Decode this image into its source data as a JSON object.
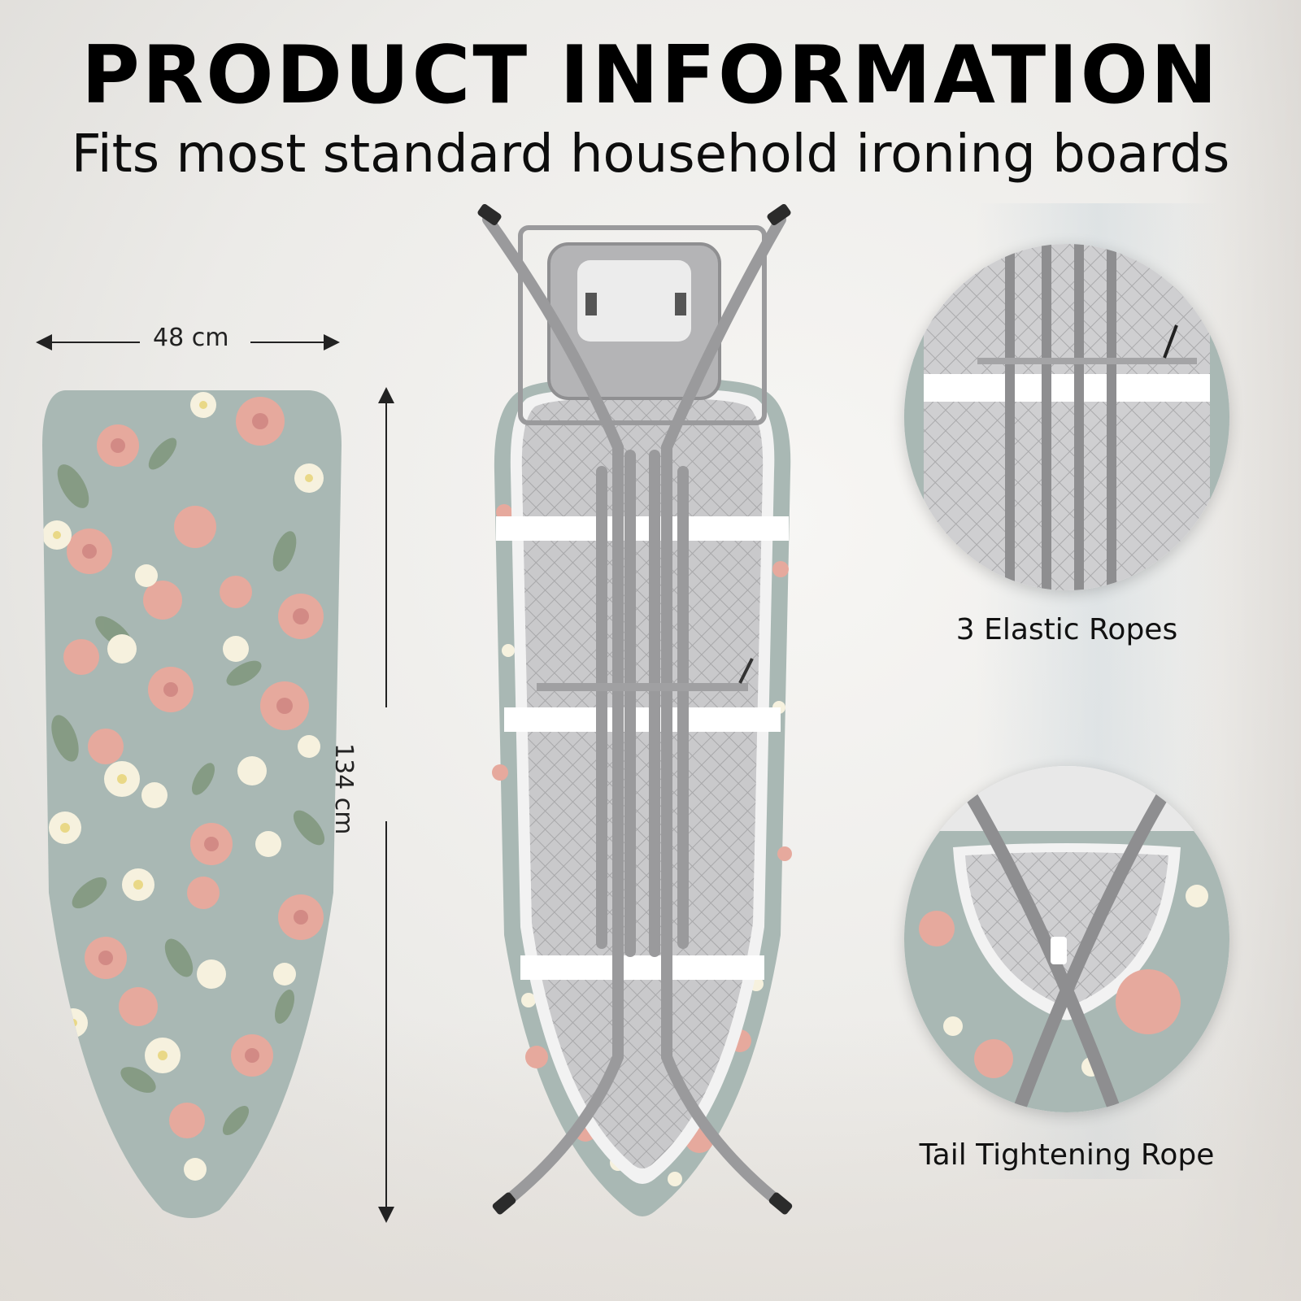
{
  "header": {
    "title": "PRODUCT INFORMATION",
    "subtitle": "Fits most standard household ironing boards"
  },
  "dimensions": {
    "width_label": "48 cm",
    "length_label": "134 cm"
  },
  "callouts": [
    {
      "label": "3 Elastic Ropes"
    },
    {
      "label": "Tail Tightening Rope"
    }
  ],
  "colors": {
    "fabric": "#a9b8b4",
    "flower_pink": "#e6a99d",
    "flower_cream": "#f6f1de",
    "leaf": "#7d9479",
    "frame": "#9a9a9c",
    "mesh": "#c9c9cb"
  }
}
